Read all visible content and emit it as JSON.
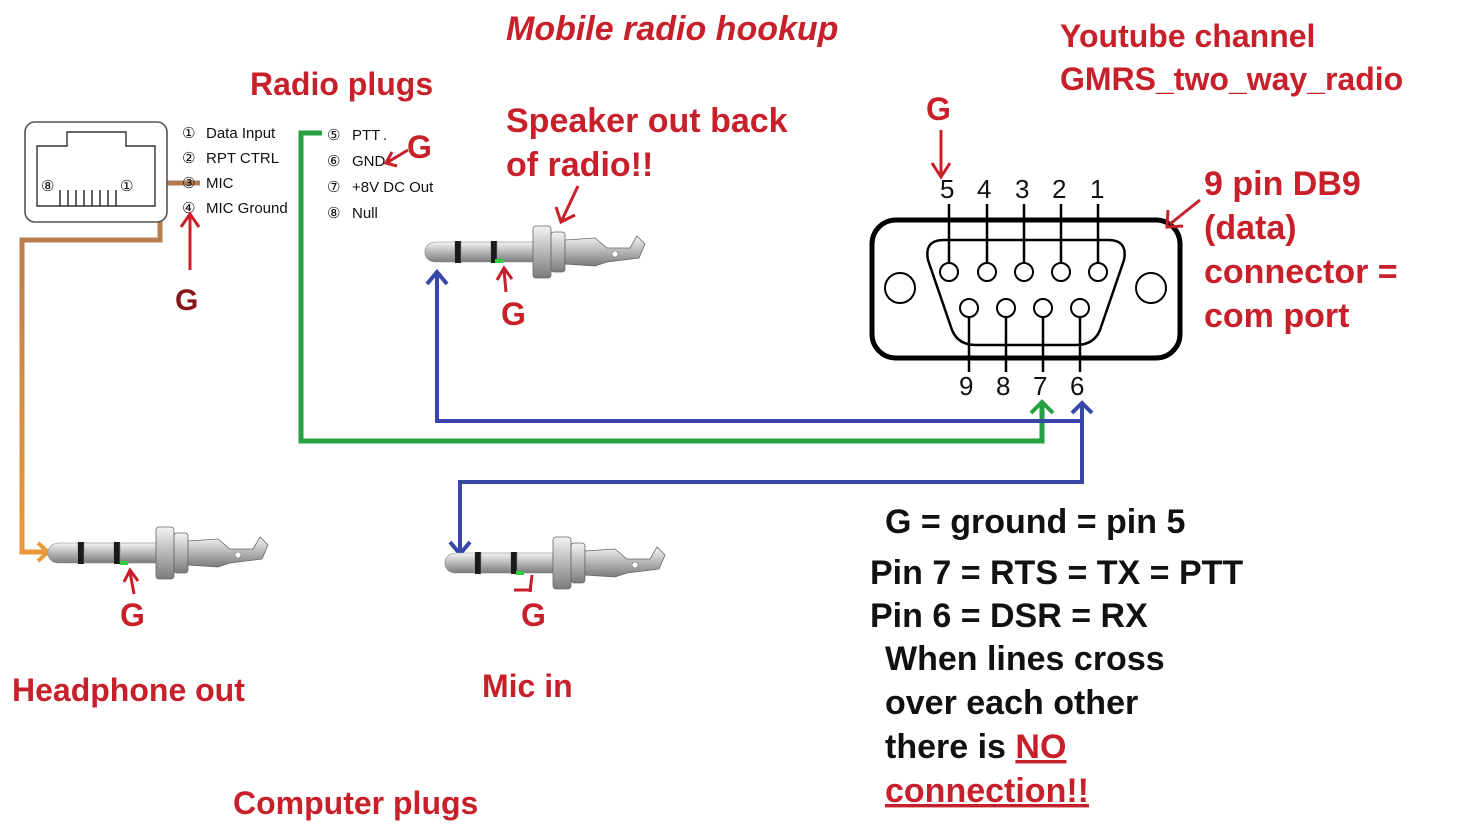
{
  "title": "Mobile radio hookup",
  "youtube": {
    "line1": "Youtube channel",
    "line2": "GMRS_two_way_radio"
  },
  "radio_plugs_heading": "Radio plugs",
  "computer_plugs_heading": "Computer plugs",
  "rj45": {
    "pin_marker_left": "⑧",
    "pin_marker_right": "①",
    "pins_left": [
      {
        "num": "①",
        "label": "Data Input"
      },
      {
        "num": "②",
        "label": "RPT CTRL"
      },
      {
        "num": "③",
        "label": "MIC"
      },
      {
        "num": "④",
        "label": "MIC Ground"
      }
    ],
    "pins_right": [
      {
        "num": "⑤",
        "label": "PTT"
      },
      {
        "num": "⑥",
        "label": "GND"
      },
      {
        "num": "⑦",
        "label": "+8V DC Out"
      },
      {
        "num": "⑧",
        "label": "Null"
      }
    ],
    "ptt_dot": "."
  },
  "speaker_label": {
    "line1": "Speaker out back",
    "line2": "of radio!!"
  },
  "ground_letter": "G",
  "db9": {
    "top_pins": [
      "5",
      "4",
      "3",
      "2",
      "1"
    ],
    "bottom_pins": [
      "9",
      "8",
      "7",
      "6"
    ],
    "label_lines": [
      "9 pin DB9",
      "(data)",
      "connector =",
      "com port"
    ]
  },
  "jacks": {
    "headphone_label": "Headphone out",
    "mic_label": "Mic in"
  },
  "legend": {
    "line1": "G = ground = pin 5",
    "line2": "Pin 7 = RTS = TX = PTT",
    "line3": "Pin 6 = DSR = RX",
    "line4": "When lines cross",
    "line5": "over each other",
    "line6_prefix": "there is ",
    "line6_emph": "NO",
    "line7_emph": "connection!!"
  },
  "colors": {
    "label_red": "#c8202a",
    "ground_dark_red": "#8a1518",
    "wire_green": "#27a042",
    "wire_blue": "#3846a8",
    "wire_orange": "#e89a3a",
    "wire_brown": "#b07a55"
  }
}
